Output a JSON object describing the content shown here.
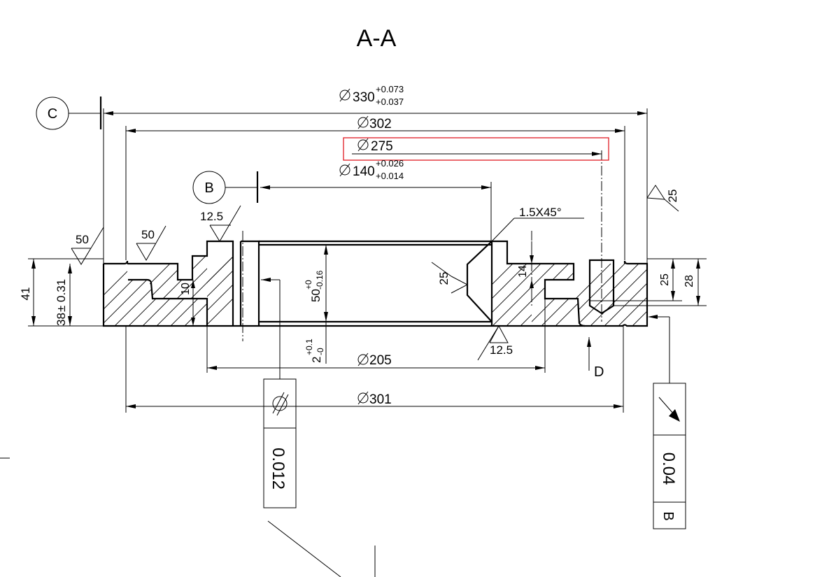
{
  "section_title": "A-A",
  "datums": {
    "c": "C",
    "b": "B",
    "d": "D"
  },
  "dimensions": {
    "d330": "330",
    "d330_tol_upper": "+0.073",
    "d330_tol_lower": "+0.037",
    "d302": "302",
    "d275": "275",
    "d140": "140",
    "d140_tol_upper": "+0.026",
    "d140_tol_lower": "+0.014",
    "d205": "205",
    "d301": "301",
    "chamfer": "1.5X45°",
    "height_41": "41",
    "height_38": "38",
    "height_38_tol": "± 0.31",
    "depth_10": "10",
    "bore_50": "50",
    "bore_50_tol_upper": "+0",
    "bore_50_tol_lower": "-0.16",
    "groove_2": "2",
    "groove_2_tol_upper": "+0.1",
    "groove_2_tol_lower": "-0",
    "step_14": "14",
    "step_25": "25",
    "step_28": "28"
  },
  "roughness": {
    "left_outer": "50",
    "left_face": "50",
    "bore_top": "12.5",
    "chamfer_face": "25",
    "bottom": "12.5",
    "right_face": "25"
  },
  "tolerance_frames": {
    "cylindricity_value": "0.012",
    "runout_value": "0.04",
    "runout_datum": "B"
  },
  "icons": {
    "diameter": "diameter-symbol-icon",
    "cylindricity": "cylindricity-icon",
    "runout": "circular-runout-icon",
    "roughness": "surface-roughness-icon"
  },
  "highlight_color": "#e01b24"
}
